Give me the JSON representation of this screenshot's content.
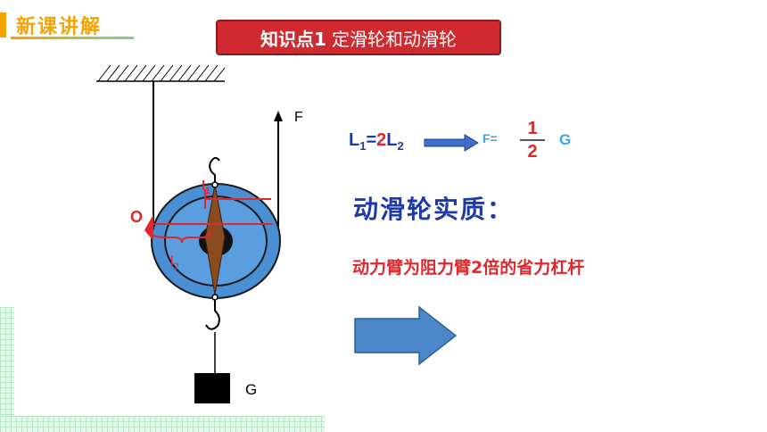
{
  "header": {
    "title": "新课讲解",
    "accent_color": "#f5a300"
  },
  "topic": {
    "prefix": "知识点1",
    "name": "定滑轮和动滑轮",
    "color": "#cf2a2f"
  },
  "diagram": {
    "label_F": "F",
    "label_G": "G",
    "label_O": "O",
    "label_l1": "l",
    "label_l1_sub": "1",
    "label_l2": "l",
    "label_l2_sub": "2"
  },
  "formula": {
    "lhs_L1": "L",
    "lhs_L1_sub": "1",
    "eq": "=",
    "coef": "2",
    "rhs_L2": "L",
    "rhs_L2_sub": "2",
    "result_prefix": "F=",
    "frac_num": "1",
    "frac_den": "2",
    "result_suffix": "G"
  },
  "essence_title": "动滑轮实质：",
  "essence_desc": "动力臂为阻力臂2倍的省力杠杆",
  "colors": {
    "pulley_outer": "#4a8fd4",
    "pulley_inner": "#5b9ee0",
    "arrow_fill": "#4a86c8",
    "formula_blue": "#1f3aa8",
    "accent_red": "#e3262b"
  }
}
